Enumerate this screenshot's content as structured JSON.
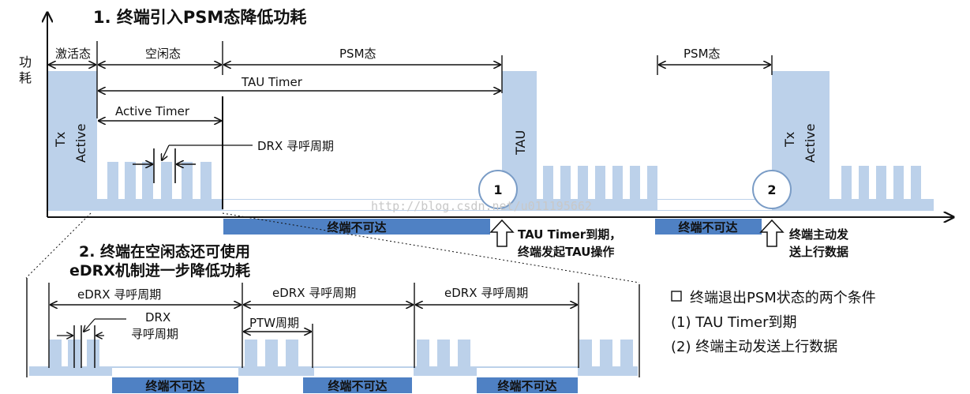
{
  "title1": "1. 终端引入PSM态降低功耗",
  "y_axis_label": [
    "功",
    "耗"
  ],
  "top_labels": {
    "active_state": "激活态",
    "idle_state": "空闲态",
    "psm_state_1": "PSM态",
    "psm_state_2": "PSM态",
    "tau_timer": "TAU Timer",
    "active_timer": "Active Timer",
    "drx_paging": "DRX 寻呼周期"
  },
  "pulse_labels": {
    "tx_active_left": [
      "Tx",
      "Active"
    ],
    "tau": "TAU",
    "tx_active_right": [
      "Tx",
      "Active"
    ]
  },
  "circles": [
    "1",
    "2"
  ],
  "unreachable_top": [
    "终端不可达",
    "终端不可达"
  ],
  "arrow_notes": {
    "note1": [
      "TAU Timer到期，",
      "终端发起TAU操作"
    ],
    "note2": [
      "终端主动发",
      "送上行数据"
    ]
  },
  "title2": [
    "2. 终端在空闲态还可使用",
    "eDRX机制进一步降低功耗"
  ],
  "bottom_labels": {
    "edrx_paging": [
      "eDRX 寻呼周期",
      "eDRX 寻呼周期",
      "eDRX 寻呼周期"
    ],
    "drx": [
      "DRX",
      "寻呼周期"
    ],
    "ptw": "PTW周期"
  },
  "unreachable_bottom": [
    "终端不可达",
    "终端不可达",
    "终端不可达"
  ],
  "conditions": {
    "heading": "终端退出PSM状态的两个条件",
    "items": [
      "(1) TAU Timer到期",
      "(2) 终端主动发送上行数据"
    ]
  },
  "watermark": "http://blog.csdn.net/u011195662",
  "colors": {
    "pulse_fill": "#bcd1ea",
    "unreachable_bar": "#4f81c4",
    "text": "#111111"
  }
}
